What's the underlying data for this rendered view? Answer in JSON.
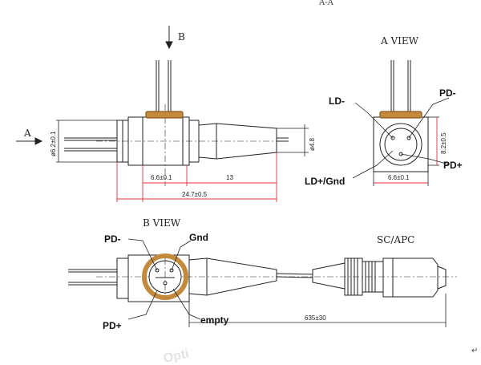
{
  "labels": {
    "top_cut": "A-A",
    "arrow_b": "B",
    "arrow_a": "A",
    "a_view": "A VIEW",
    "b_view": "B VIEW",
    "sc_apc": "SC/APC",
    "ld_minus": "LD-",
    "pd_minus_a": "PD-",
    "pd_plus_a": "PD+",
    "ld_plus_gnd": "LD+/Gnd",
    "pd_minus_b": "PD-",
    "gnd_b": "Gnd",
    "pd_plus_b": "PD+",
    "empty_b": "empty",
    "watermark": "Opti",
    "para_mark": "↵"
  },
  "dimensions": {
    "dia_body": "ø6.2±0.1",
    "dia_tail": "ø4.8",
    "body_width": "6.6±0.1",
    "tail_length": "13",
    "total_length": "24.7±0.5",
    "a_height": "8.2±0.5",
    "a_width": "6.6±0.1",
    "cable_length": "635±30"
  },
  "colors": {
    "line": "#222222",
    "dim_red": "#e8323c",
    "cap_brown": "#8b5a1f",
    "cap_fill": "#c38a3e"
  }
}
